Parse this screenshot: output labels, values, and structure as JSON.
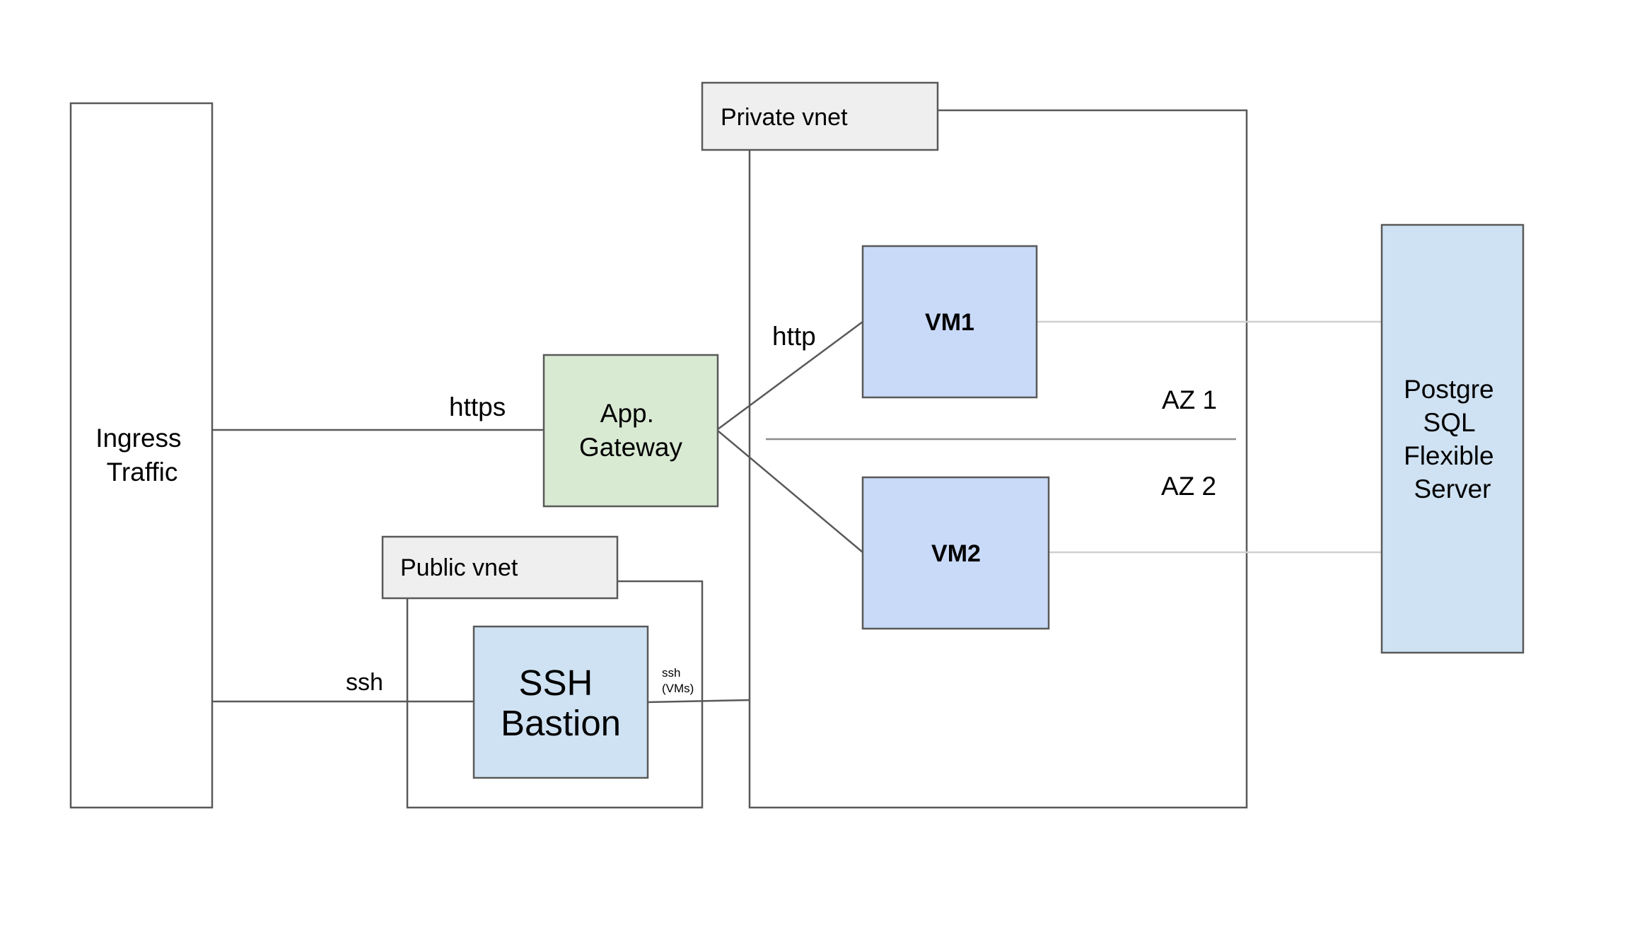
{
  "nodes": {
    "ingress": {
      "line1": "Ingress",
      "line2": "Traffic"
    },
    "app_gateway": {
      "line1": "App.",
      "line2": "Gateway"
    },
    "vm1": {
      "label": "VM1"
    },
    "vm2": {
      "label": "VM2"
    },
    "ssh_bastion": {
      "line1": "SSH",
      "line2": "Bastion"
    },
    "postgres": {
      "line1": "Postgre",
      "line2": "SQL",
      "line3": "Flexible",
      "line4": "Server"
    }
  },
  "groups": {
    "private_vnet": {
      "label": "Private vnet"
    },
    "public_vnet": {
      "label": "Public vnet"
    }
  },
  "edges": {
    "https": "https",
    "http": "http",
    "ssh": "ssh",
    "ssh_vms_line1": "ssh",
    "ssh_vms_line2": "(VMs)"
  },
  "zones": {
    "az1": "AZ 1",
    "az2": "AZ 2"
  },
  "colors": {
    "stroke": "#595959",
    "light_line": "#d0d0d0",
    "az_divider": "#8c8c8c",
    "vnet_label_fill": "#efefef",
    "gateway_fill": "#d9ead3",
    "vm_fill": "#c9daf8",
    "bastion_fill": "#cfe2f3",
    "postgres_fill": "#cfe2f3"
  }
}
